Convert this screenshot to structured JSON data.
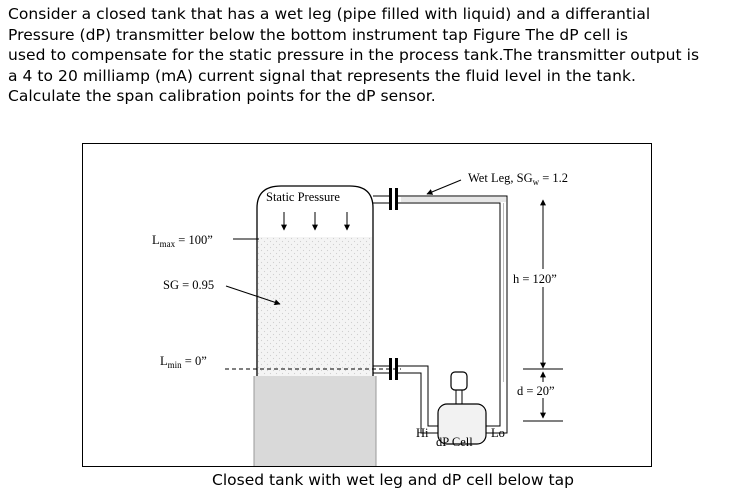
{
  "problem": {
    "lines": [
      "Consider a closed tank that has a wet leg (pipe filled with liquid) and a differantial",
      "Pressure (dP) transmitter below the bottom instrument tap  Figure      The dP cell is",
      "used to compensate for the static pressure in the process tank.The transmitter output is",
      "a 4 to 20 milliamp (mA) current signal that represents the fluid level in the tank.",
      "Calculate the span calibration points for the dP sensor."
    ]
  },
  "figure": {
    "static_pressure": "Static Pressure",
    "wet_leg": "Wet Leg, SG",
    "wet_leg_sub": "w",
    "wet_leg_val": " = 1.2",
    "lmax_L": "L",
    "lmax_sub": "max",
    "lmax_val": " = 100”",
    "sg_label": "SG = 0.95",
    "lmin_L": "L",
    "lmin_sub": "min",
    "lmin_val": " = 0”",
    "h_label": "h = 120”",
    "d_label": "d = 20”",
    "hi_label": "Hi",
    "lo_label": "Lo",
    "dp_cell": "dP Cell"
  },
  "caption": "Closed tank with wet leg and dP cell below tap"
}
